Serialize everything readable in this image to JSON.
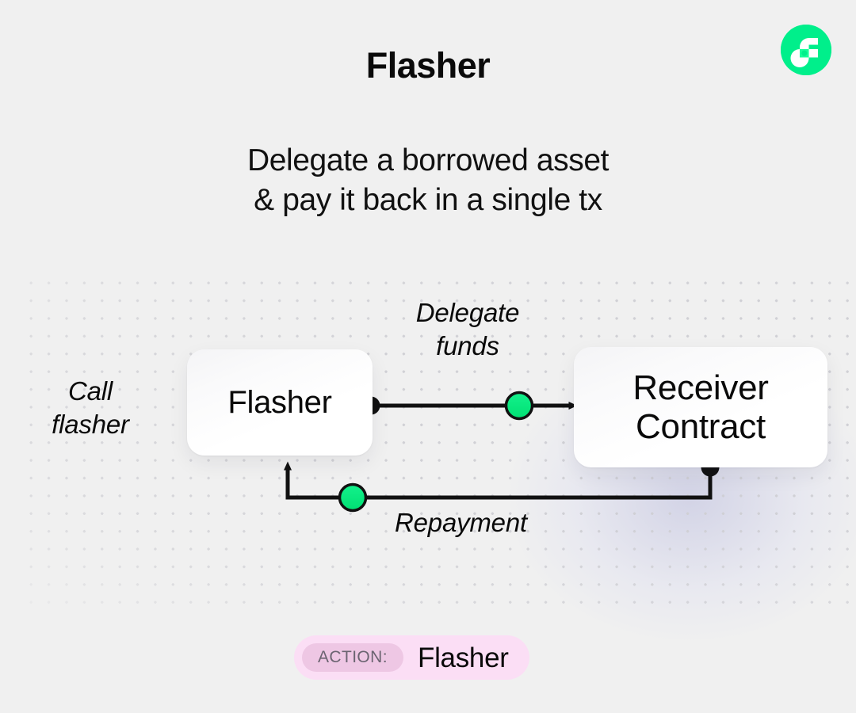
{
  "brand": {
    "logo_name": "flow-logo-icon",
    "color": "#00ef8b",
    "glyph_color": "#ffffff",
    "accent_square_color": "#16ff99"
  },
  "header": {
    "title": "Flasher",
    "subtitle_line1": "Delegate a borrowed asset",
    "subtitle_line2": "& pay it back in a single tx"
  },
  "diagram": {
    "nodes": [
      {
        "id": "flasher",
        "label": "Flasher"
      },
      {
        "id": "receiver",
        "label_line1": "Receiver",
        "label_line2": "Contract"
      }
    ],
    "labels": {
      "call_flasher_line1": "Call",
      "call_flasher_line2": "flasher",
      "delegate_line1": "Delegate",
      "delegate_line2": "funds",
      "repayment": "Repayment"
    },
    "colors": {
      "wire": "#111111",
      "token_fill": "#00e878",
      "token_stroke": "#111111",
      "background": "#f0f0f0",
      "node_surface": "#ffffff",
      "dot_grid": "#cfcfd4"
    }
  },
  "footer": {
    "badge_tag": "ACTION:",
    "badge_value": "Flasher",
    "badge_bg": "#fbdef5",
    "badge_tag_bg": "#eec7e4"
  }
}
